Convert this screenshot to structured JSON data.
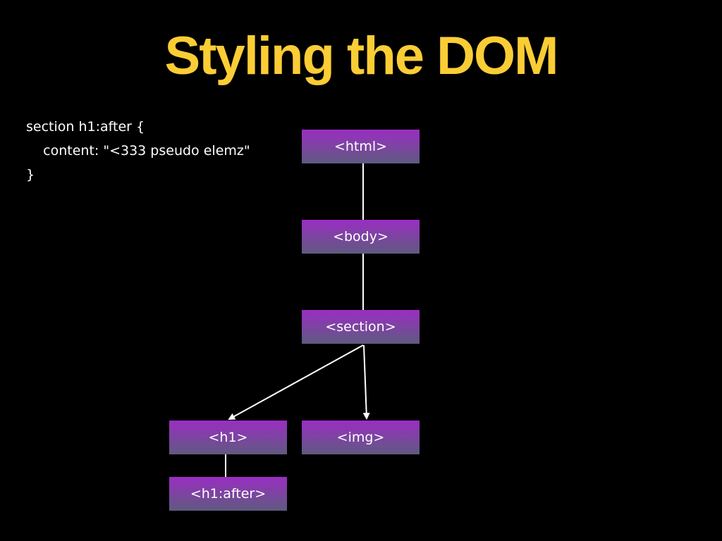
{
  "title": "Styling the DOM",
  "code": {
    "lines": [
      "section h1:after {",
      "    content: \"<333 pseudo elemz\"",
      "}"
    ]
  },
  "tree": {
    "nodes": {
      "html": "<html>",
      "body": "<body>",
      "section": "<section>",
      "h1": "<h1>",
      "img": "<img>",
      "h1_after": "<h1:after>"
    }
  },
  "colors": {
    "title": "#fbcd35",
    "node_top": "#9a2ec2",
    "node_bottom": "#5f5a80"
  }
}
